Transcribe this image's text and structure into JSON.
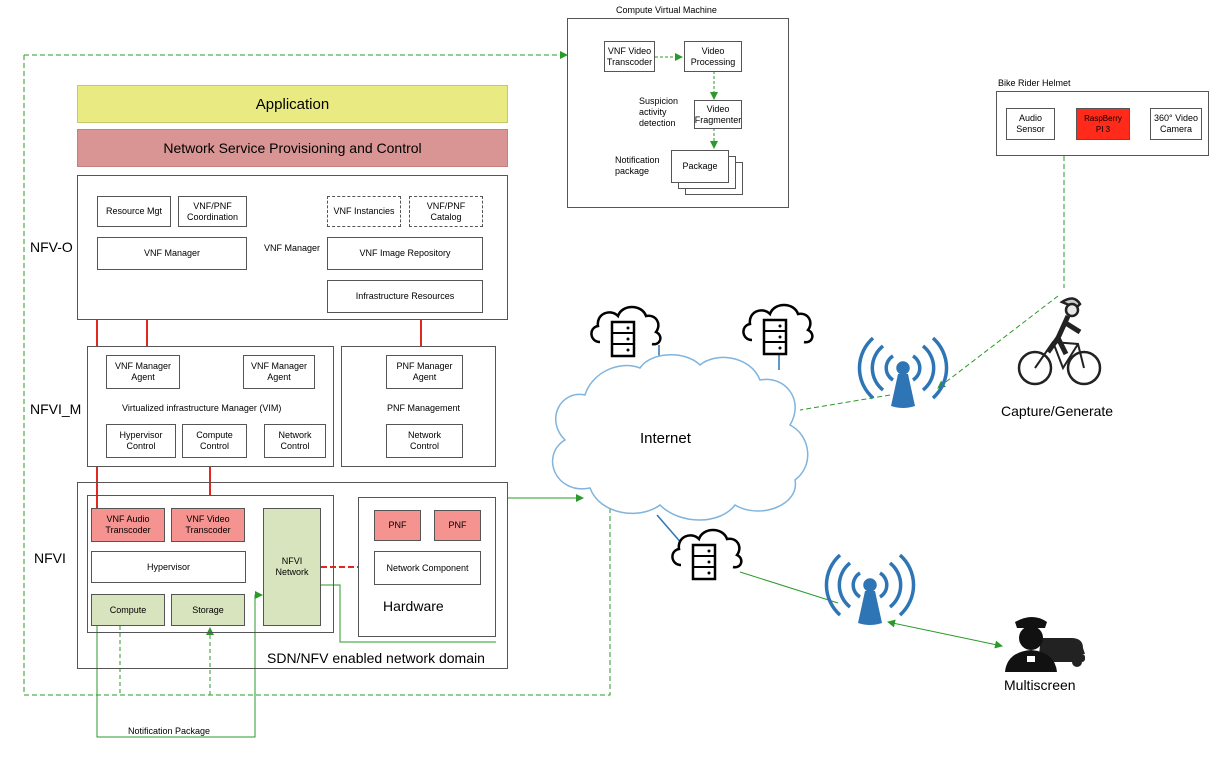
{
  "top_bars": {
    "application": "Application",
    "nsp": "Network Service Provisioning and  Control"
  },
  "layers": {
    "nfvo": "NFV-O",
    "nfvim": "NFVI_M",
    "nfvi": "NFVI"
  },
  "nfvo": {
    "resource_mgt": "Resource Mgt",
    "vnf_pnf_coord": "VNF/PNF\nCoordination",
    "vnf_manager": "VNF Manager",
    "vnf_manager_label": "VNF Manager",
    "vnf_instancies": "VNF Instancies",
    "vnf_pnf_catalog": "VNF/PNF\nCatalog",
    "vnf_image_repo": "VNF Image Repository",
    "infra_resources": "Infrastructure Resources"
  },
  "nfvim": {
    "vnf_agent_1": "VNF Manager\nAgent",
    "vnf_agent_2": "VNF Manager\nAgent",
    "vim": "Virtualized infrastructure Manager (VIM)",
    "hypervisor_control": "Hypervisor\nControl",
    "compute_control": "Compute\nControl",
    "network_control": "Network\nControl",
    "pnf_agent": "PNF Manager\nAgent",
    "pnf_management": "PNF Management",
    "pnf_network_control": "Network\nControl"
  },
  "nfvi": {
    "audio_transcoder": "VNF Audio\nTranscoder",
    "video_transcoder": "VNF Video\nTranscoder",
    "hypervisor": "Hypervisor",
    "compute": "Compute",
    "storage": "Storage",
    "nfvi_network": "NFVI\nNetwork",
    "pnf1": "PNF",
    "pnf2": "PNF",
    "network_component": "Network Component",
    "hardware": "Hardware",
    "sdn_label": "SDN/NFV enabled network domain",
    "notification_package": "Notification Package"
  },
  "cvm": {
    "title": "Compute Virtual Machine",
    "vnf_video_transcoder": "VNF Video\nTranscoder",
    "video_processing": "Video\nProcessing",
    "suspicion": "Suspicion\nactivity\ndetection",
    "video_fragmenter": "Video\nFragmenter",
    "notification": "Notification\npackage",
    "package": "Package"
  },
  "helmet": {
    "title": "Bike Rider Helmet",
    "audio_sensor": "Audio\nSensor",
    "raspberry": "RaspBerry\nPI 3",
    "camera": "360° Video\nCamera"
  },
  "network": {
    "internet": "Internet",
    "capture": "Capture/Generate",
    "multiscreen": "Multiscreen"
  },
  "colors": {
    "application": "#eaea82",
    "nsp": "#d99594",
    "vnf_red": "#f4938f",
    "green_box": "#d7e4bd",
    "raspberry": "#ff2a1a",
    "tower": "#2e75b6",
    "link_red": "#e0281e",
    "link_green": "#2a9a2a"
  }
}
